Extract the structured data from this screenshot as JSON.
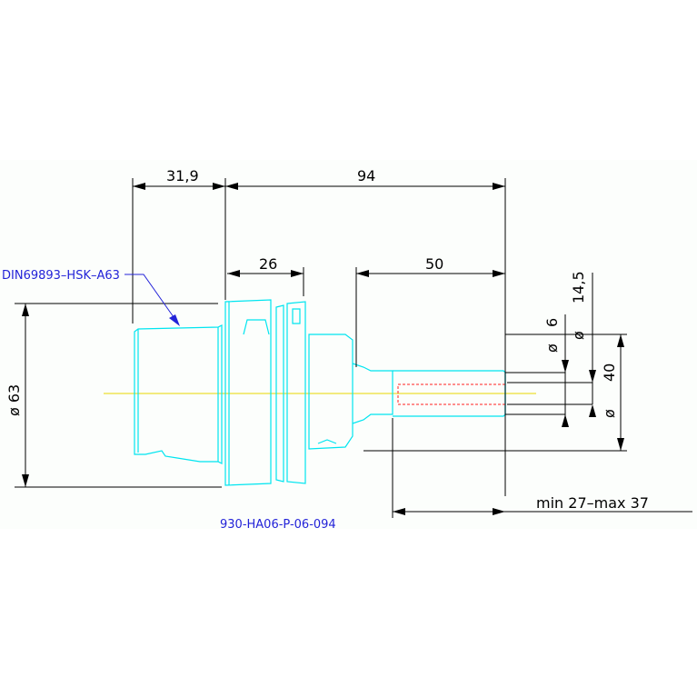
{
  "drawing": {
    "dimensions": {
      "d_31_9": "31,9",
      "d_94": "94",
      "d_26": "26",
      "d_50": "50",
      "d_63": "ø 63",
      "d_6": "6",
      "d_14_5": "14,5",
      "d_40": "40",
      "dia_symbol": "ø",
      "clamp_range": "min 27–max 37"
    },
    "labels": {
      "taper_standard": "DIN69893–HSK–A63",
      "part_number": "930-HA06-P-06-094"
    },
    "colors": {
      "part_outline": "#00e5f0",
      "dimension": "#000000",
      "annotation": "#2323d8",
      "centerline": "#e8d800",
      "hidden_bore": "#ff2020"
    }
  }
}
